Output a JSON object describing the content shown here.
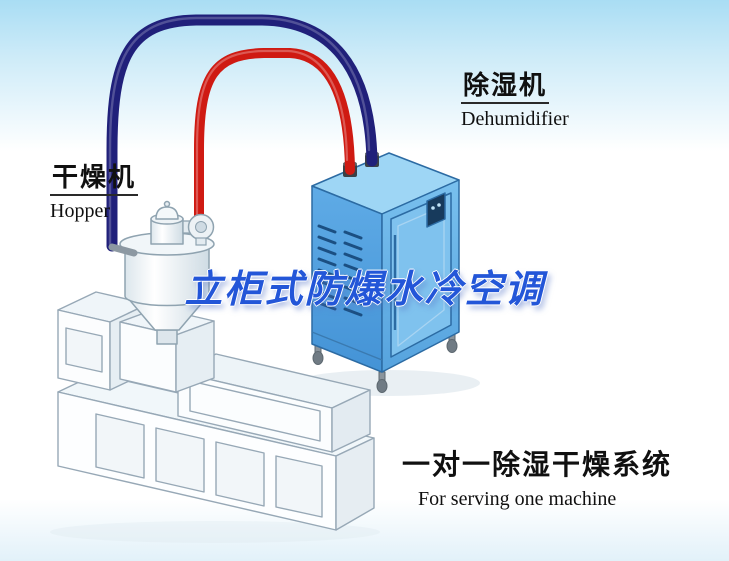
{
  "title": {
    "text": "立柜式防爆水冷空调",
    "color": "#2356d8"
  },
  "labels": {
    "dryer": {
      "cn": "干燥机",
      "en": "Hopper"
    },
    "dehumidifier": {
      "cn": "除湿机",
      "en": "Dehumidifier"
    },
    "system": {
      "cn": "一对一除湿干燥系统",
      "en": "For serving one machine"
    }
  },
  "colors": {
    "background_top": "#a9ddf4",
    "title_blue": "#2356d8",
    "pipe_red": "#cf1a12",
    "pipe_navy": "#20207a",
    "cabinet_blue": "#55a5e3",
    "cabinet_top_blue": "#9ed6f5",
    "cabinet_side_blue": "#6cb6ea",
    "text_black": "#101010"
  }
}
